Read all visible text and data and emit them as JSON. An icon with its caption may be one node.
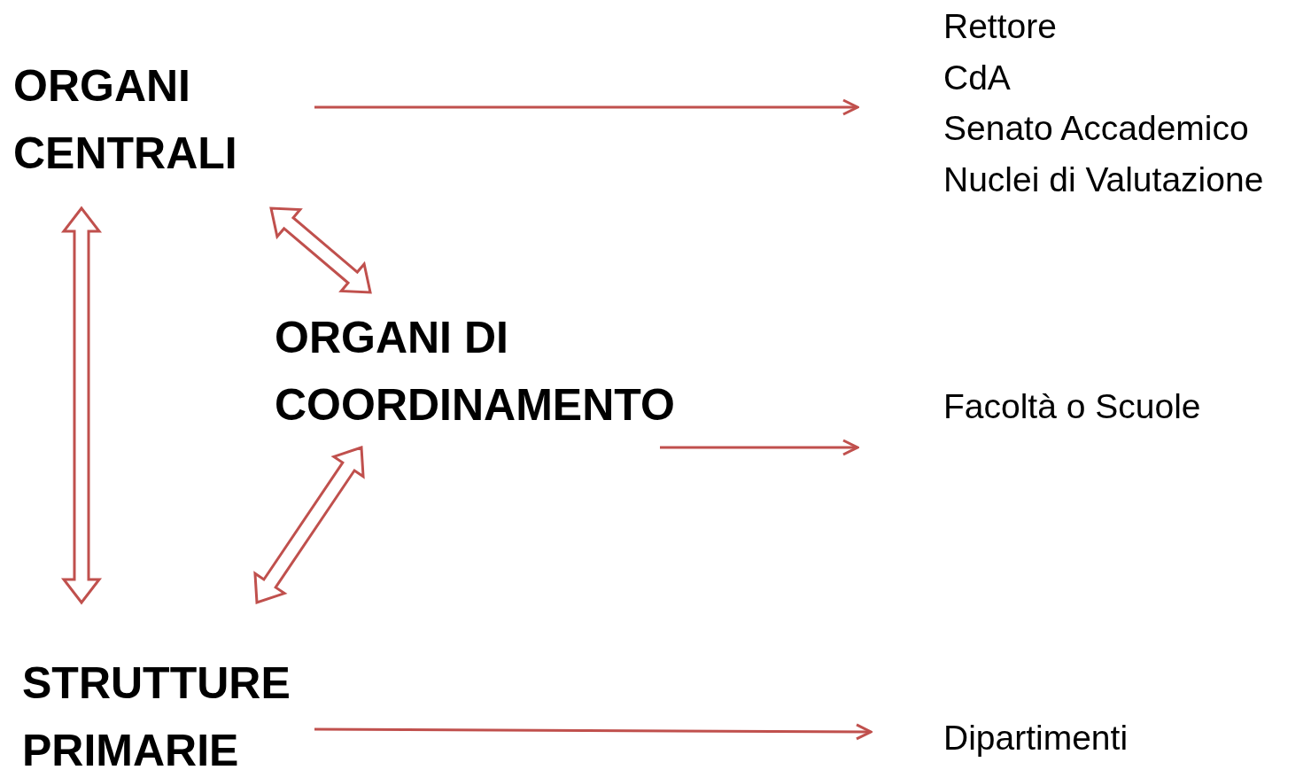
{
  "diagram": {
    "nodes": [
      {
        "text": [
          "ORGANI CENTRALI"
        ]
      },
      {
        "text": [
          "ORGANI DI COORDINAMENTO"
        ]
      },
      {
        "text": [
          "STRUTTURE PRIMARIE"
        ]
      },
      {
        "text": [
          "Rettore",
          "CdA",
          "Senato Accademico",
          "Nuclei di Valutazione"
        ]
      },
      {
        "text": [
          "Facoltà o Scuole"
        ]
      },
      {
        "text": [
          "Dipartimenti"
        ]
      }
    ],
    "edges": [
      {
        "from": 0,
        "to": 3,
        "arrow": "to"
      },
      {
        "from": 1,
        "to": 4,
        "arrow": "to"
      },
      {
        "from": 2,
        "to": 5,
        "arrow": "to"
      },
      {
        "from": 0,
        "to": 1,
        "arrow": "both",
        "style": "thick"
      },
      {
        "from": 1,
        "to": 2,
        "arrow": "both",
        "style": "thick"
      },
      {
        "from": 0,
        "to": 2,
        "arrow": "both",
        "style": "thick"
      }
    ]
  }
}
